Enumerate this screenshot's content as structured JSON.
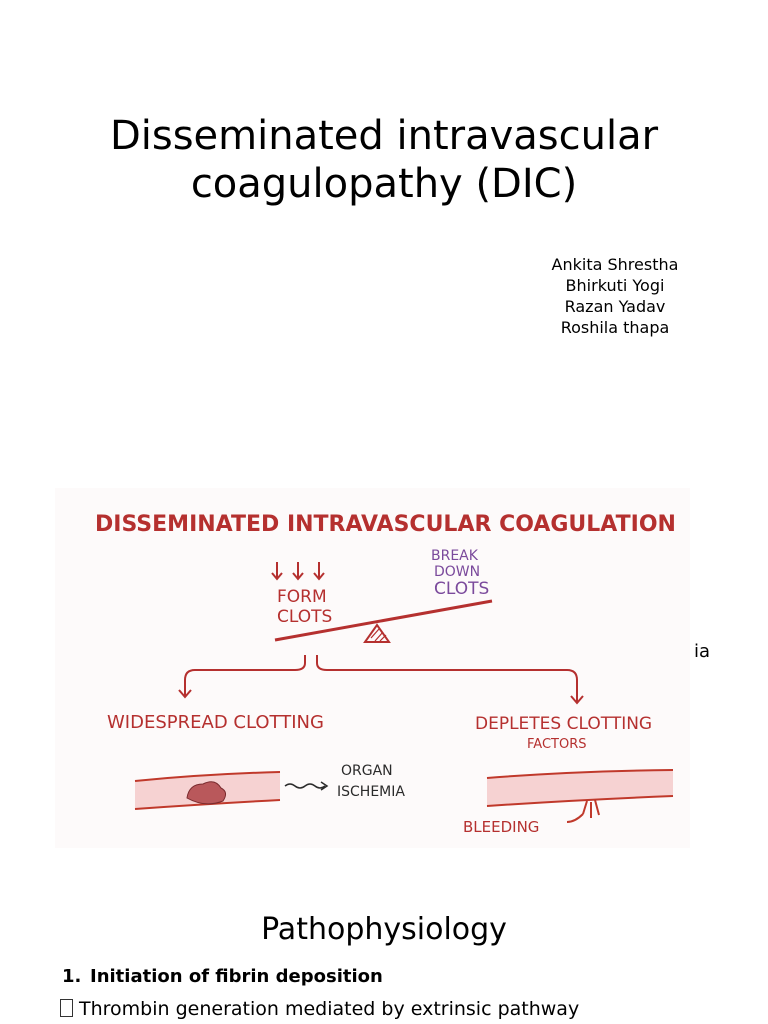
{
  "title": {
    "line1": "Disseminated intravascular",
    "line2": "coagulopathy (DIC)"
  },
  "authors": [
    "Ankita Shrestha",
    "Bhirkuti Yogi",
    "Razan Yadav",
    "Roshila thapa"
  ],
  "figure": {
    "heading": "DISSEMINATED INTRAVASCULAR COAGULATION",
    "form_clots": [
      "FORM",
      "CLOTS"
    ],
    "break_down_clots": [
      "BREAK",
      "DOWN",
      "CLOTS"
    ],
    "widespread_clotting": "WIDESPREAD CLOTTING",
    "depletes_clotting": "DEPLETES CLOTTING",
    "factors": "FACTORS",
    "organ_ischemia": [
      "ORGAN",
      "ISCHEMIA"
    ],
    "bleeding": "BLEEDING",
    "colors": {
      "red": "#b5302f",
      "purple": "#7b4a9c",
      "dark": "#2b2b2b",
      "vessel_fill": "#f6d2d2",
      "vessel_edge": "#c0392b",
      "clot": "#b9585b"
    }
  },
  "stray_text": "ia",
  "section": {
    "title": "Pathophysiology",
    "point_number": "1.",
    "point_text": "Initiation of fibrin deposition",
    "bullet_text": "Thrombin generation mediated by extrinsic pathway"
  }
}
